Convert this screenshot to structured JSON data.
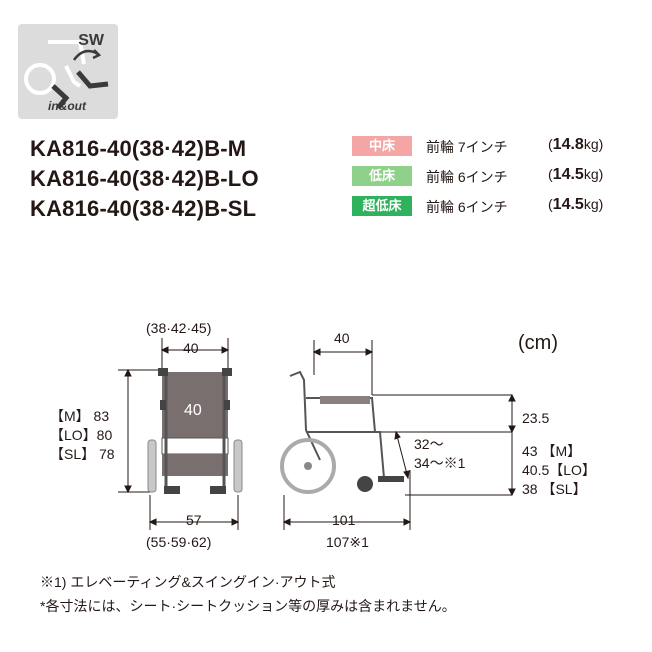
{
  "badge": {
    "sw": "SW",
    "inout": "in&out"
  },
  "models": [
    {
      "name": "KA816-40(38·42)B-M",
      "tag": "中床",
      "tag_color": "#f4a6a6",
      "wheel": "前輪 7インチ",
      "weight_open": "(",
      "weight": "14.8",
      "unit": "kg)"
    },
    {
      "name": "KA816-40(38·42)B-LO",
      "tag": "低床",
      "tag_color": "#8fd18a",
      "wheel": "前輪 6インチ",
      "weight_open": "(",
      "weight": "14.5",
      "unit": "kg)"
    },
    {
      "name": "KA816-40(38·42)B-SL",
      "tag": "超低床",
      "tag_color": "#2fb25d",
      "wheel": "前輪 6インチ",
      "weight_open": "(",
      "weight": "14.5",
      "unit": "kg)"
    }
  ],
  "diagram": {
    "seat_width_options": "(38·42·45)",
    "seat_width": "40",
    "seat_depth": "40",
    "height_m": "【M】 83",
    "height_lo": "【LO】80",
    "height_sl": "【SL】 78",
    "width_total": "57",
    "width_options": "(55·59·62)",
    "side_depth": "40",
    "unit": "(cm)",
    "arm_height": "23.5",
    "footrest_range_1": "32〜",
    "footrest_range_2": "34〜※1",
    "seat_h_m": "43 【M】",
    "seat_h_lo": "40.5【LO】",
    "seat_h_sl": "38 【SL】",
    "length": "101",
    "length_alt": "107※1"
  },
  "notes": [
    "※1) エレベーティング&スイングイン·アウト式",
    "*各寸法には、シート·シートクッション等の厚みは含まれません。"
  ]
}
